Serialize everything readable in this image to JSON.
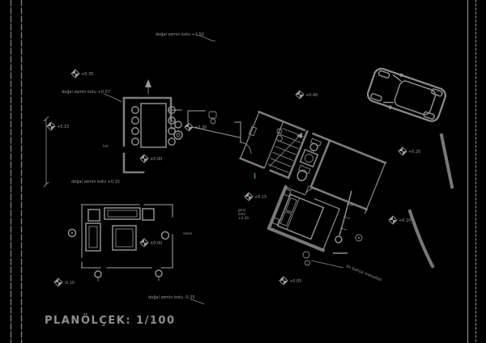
{
  "drawing": {
    "type": "architectural-floor-plan",
    "title": {
      "plan": "PLAN",
      "scale": "ÖLÇEK: 1/100"
    }
  },
  "colors": {
    "background": "#000000",
    "line": "#828282",
    "text": "#9a9a9a",
    "accent_green": "#3c9b3c"
  },
  "annotations": [
    {
      "text": "doğal zemin kotu +1.50"
    },
    {
      "text": "doğal zemin kotu +0.57"
    },
    {
      "text": "doğal zemin kotu +0.15"
    },
    {
      "text": "doğal zemin kotu -0.25"
    },
    {
      "text": "ön bahçe mesafesi"
    }
  ],
  "room_labels": [
    {
      "text": "hol"
    },
    {
      "text": "salon"
    }
  ],
  "entry_note": [
    "giriş",
    "kotu",
    "±0.00"
  ],
  "markers": [
    {
      "value": "+0.35"
    },
    {
      "value": "+0.15"
    },
    {
      "value": "+0.30"
    },
    {
      "value": "±0.00"
    },
    {
      "value": "+0.40"
    },
    {
      "value": "+0.20"
    },
    {
      "value": "+0.15"
    },
    {
      "value": "+0.05"
    },
    {
      "value": "+0.10"
    },
    {
      "value": "-0.10"
    },
    {
      "value": "±0.00"
    }
  ],
  "drawn_objects": [
    "car",
    "dining-table",
    "dining-chairs",
    "north-arrow",
    "living-room-sofa",
    "tv-unit",
    "coffee-table",
    "armchairs",
    "stools",
    "staircase",
    "bathroom-sink",
    "washer",
    "toilet",
    "double-bed",
    "nightstands",
    "garden-stair",
    "boundary-lines",
    "level-markers",
    "retaining-walls"
  ]
}
